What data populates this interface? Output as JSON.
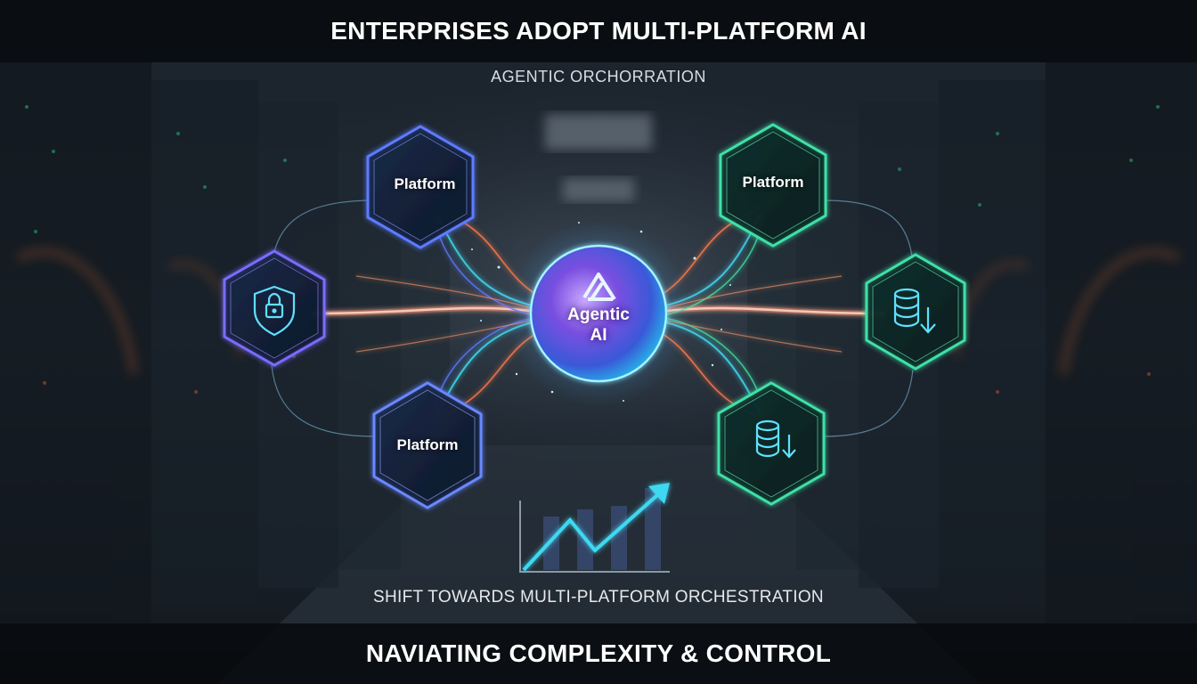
{
  "header": {
    "title": "ENTERPRISES ADOPT MULTI-PLATFORM AI",
    "subtitle": "AGENTIC ORCHORRATION"
  },
  "hub": {
    "line1": "Agentic",
    "line2": "AI",
    "icon": "agentic-logo-icon"
  },
  "nodes": {
    "top_left": {
      "label": "Platform"
    },
    "bottom_left": {
      "label": "Platform"
    },
    "top_right": {
      "label": "Platform"
    },
    "security": {
      "icon": "shield-lock-icon"
    },
    "data_right": {
      "icon": "database-download-icon"
    },
    "data_bottom_right": {
      "icon": "database-download-icon"
    }
  },
  "trend": {
    "icon": "growth-chart-icon",
    "caption": "SHIFT TOWARDS MULTI-PLATFORM ORCHESTRATION"
  },
  "footer": {
    "title": "NAVIATING COMPLEXITY & CONTROL"
  },
  "colors": {
    "accent_cyan": "#3fd8f0",
    "accent_blue": "#5d7bff",
    "accent_purple": "#a76bff",
    "accent_green": "#3fe0a8",
    "accent_orange": "#ff7a4a"
  }
}
